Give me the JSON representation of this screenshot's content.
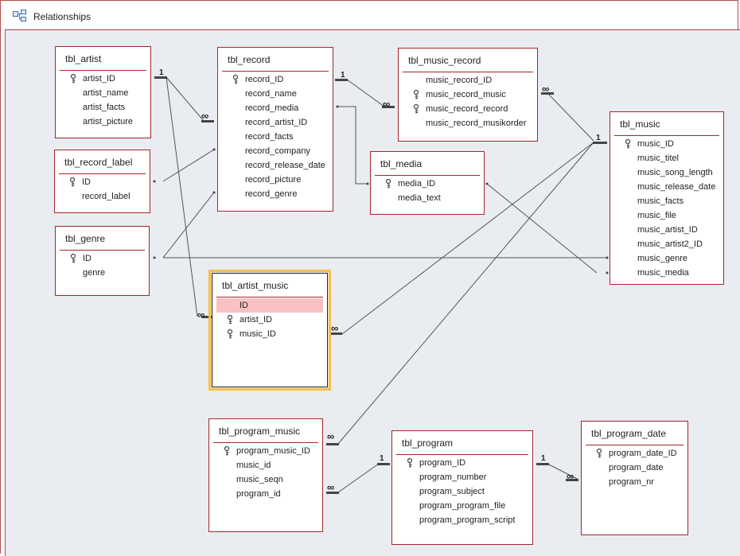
{
  "window": {
    "title": "Relationships"
  },
  "tables": [
    {
      "name": "tbl_artist",
      "fields": [
        {
          "name": "artist_ID",
          "key": true
        },
        {
          "name": "artist_name",
          "key": false
        },
        {
          "name": "artist_facts",
          "key": false
        },
        {
          "name": "artist_picture",
          "key": false
        }
      ]
    },
    {
      "name": "tbl_record_label",
      "fields": [
        {
          "name": "ID",
          "key": true
        },
        {
          "name": "record_label",
          "key": false
        }
      ]
    },
    {
      "name": "tbl_genre",
      "fields": [
        {
          "name": "ID",
          "key": true
        },
        {
          "name": "genre",
          "key": false
        }
      ]
    },
    {
      "name": "tbl_record",
      "fields": [
        {
          "name": "record_ID",
          "key": true
        },
        {
          "name": "record_name",
          "key": false
        },
        {
          "name": "record_media",
          "key": false
        },
        {
          "name": "record_artist_ID",
          "key": false
        },
        {
          "name": "record_facts",
          "key": false
        },
        {
          "name": "record_company",
          "key": false
        },
        {
          "name": "record_release_date",
          "key": false
        },
        {
          "name": "record_picture",
          "key": false
        },
        {
          "name": "record_genre",
          "key": false
        }
      ]
    },
    {
      "name": "tbl_music_record",
      "fields": [
        {
          "name": "music_record_ID",
          "key": false
        },
        {
          "name": "music_record_music",
          "key": true
        },
        {
          "name": "music_record_record",
          "key": true
        },
        {
          "name": "music_record_musikorder",
          "key": false
        }
      ]
    },
    {
      "name": "tbl_media",
      "fields": [
        {
          "name": "media_ID",
          "key": true
        },
        {
          "name": "media_text",
          "key": false
        }
      ]
    },
    {
      "name": "tbl_music",
      "fields": [
        {
          "name": "music_ID",
          "key": true
        },
        {
          "name": "music_titel",
          "key": false
        },
        {
          "name": "music_song_length",
          "key": false
        },
        {
          "name": "music_release_date",
          "key": false
        },
        {
          "name": "music_facts",
          "key": false
        },
        {
          "name": "music_file",
          "key": false
        },
        {
          "name": "music_artist_ID",
          "key": false
        },
        {
          "name": "music_artist2_ID",
          "key": false
        },
        {
          "name": "music_genre",
          "key": false
        },
        {
          "name": "music_media",
          "key": false
        }
      ]
    },
    {
      "name": "tbl_artist_music",
      "fields": [
        {
          "name": "ID",
          "key": false,
          "highlight": true
        },
        {
          "name": "artist_ID",
          "key": true
        },
        {
          "name": "music_ID",
          "key": true
        }
      ]
    },
    {
      "name": "tbl_program_music",
      "fields": [
        {
          "name": "program_music_ID",
          "key": true
        },
        {
          "name": "music_id",
          "key": false
        },
        {
          "name": "music_seqn",
          "key": false
        },
        {
          "name": "program_id",
          "key": false
        }
      ]
    },
    {
      "name": "tbl_program",
      "fields": [
        {
          "name": "program_ID",
          "key": true
        },
        {
          "name": "program_number",
          "key": false
        },
        {
          "name": "program_subject",
          "key": false
        },
        {
          "name": "program_program_file",
          "key": false
        },
        {
          "name": "program_program_script",
          "key": false
        }
      ]
    },
    {
      "name": "tbl_program_date",
      "fields": [
        {
          "name": "program_date_ID",
          "key": true
        },
        {
          "name": "program_date",
          "key": false
        },
        {
          "name": "program_nr",
          "key": false
        }
      ]
    }
  ],
  "relationship_labels": {
    "one": "1",
    "many": "∞"
  }
}
